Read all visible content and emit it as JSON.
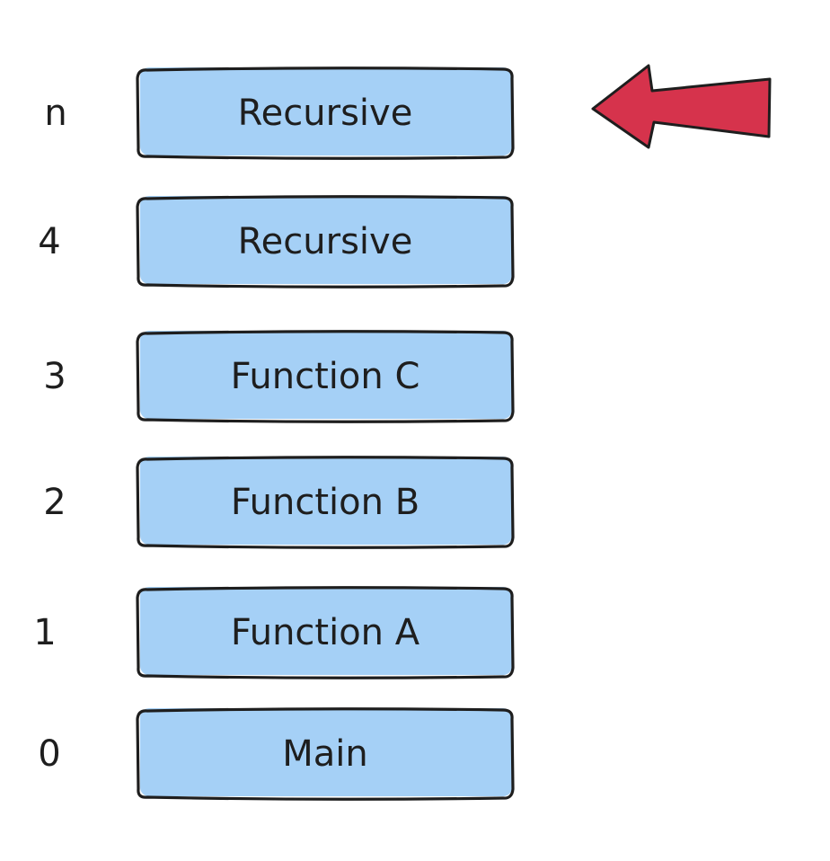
{
  "stack": {
    "frames": [
      {
        "index": "n",
        "label": "Recursive"
      },
      {
        "index": "4",
        "label": "Recursive"
      },
      {
        "index": "3",
        "label": "Function C"
      },
      {
        "index": "2",
        "label": "Function B"
      },
      {
        "index": "1",
        "label": "Function A"
      },
      {
        "index": "0",
        "label": "Main"
      }
    ],
    "pointer_icon": "left-arrow-icon",
    "colors": {
      "box_fill": "#a5d0f6",
      "stroke": "#1e1e1e",
      "arrow": "#d6334c"
    }
  }
}
